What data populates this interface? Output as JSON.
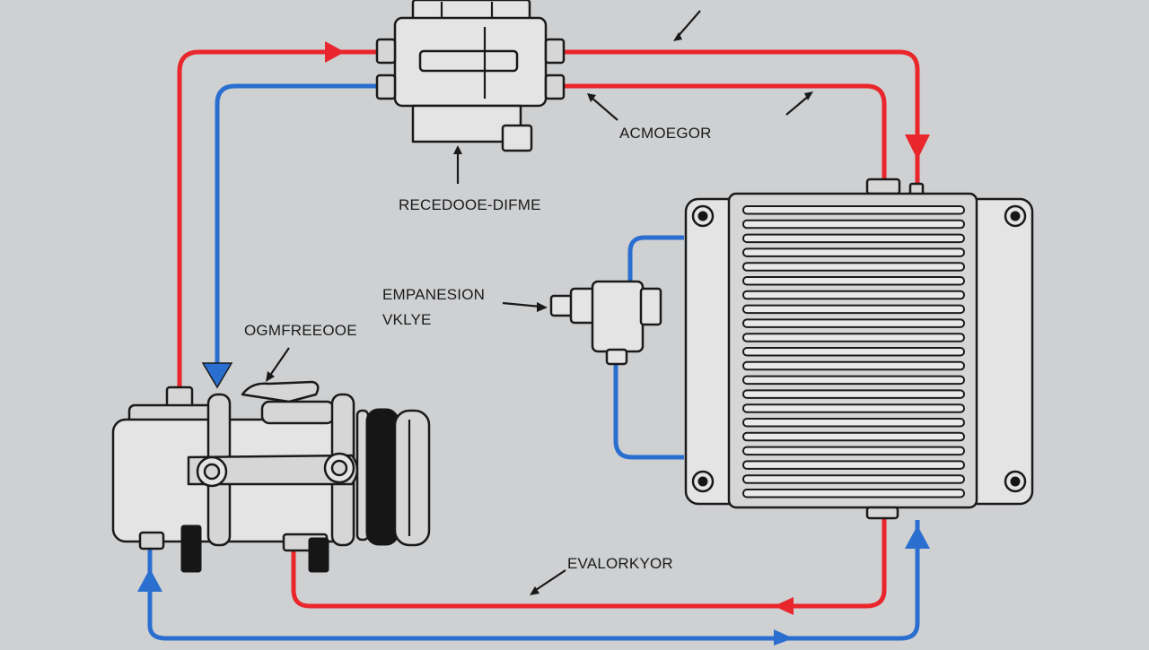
{
  "labels": {
    "receiver_drier": "RECEDOOE-DIFME",
    "condenser": "ACMOEGOR",
    "expansion_valve_line1": "EMPANESION",
    "expansion_valve_line2": "VKLYE",
    "compressor": "OGMFREEOOE",
    "evaporator": "EVALORKYOR"
  },
  "colors": {
    "background": "#cfd0d2",
    "hot_line": "#e8262b",
    "cold_line": "#2a6fd0",
    "outline": "#1a1a1a"
  }
}
